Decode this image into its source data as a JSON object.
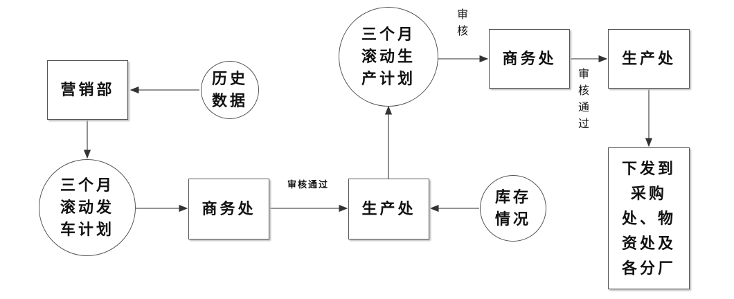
{
  "nodes": {
    "marketing": "营销部",
    "history": "历史数据",
    "delivery_plan": "三个月滚动发车计划",
    "commerce1": "商务处",
    "production1": "生产处",
    "inventory": "库存情况",
    "production_plan": "三个月滚动生产计划",
    "commerce2": "商务处",
    "production2": "生产处",
    "issue": "下发到采购处、物资处及各分厂"
  },
  "labels": {
    "review": "审核",
    "approved1": "审核通过",
    "approved2": "审核通过"
  }
}
